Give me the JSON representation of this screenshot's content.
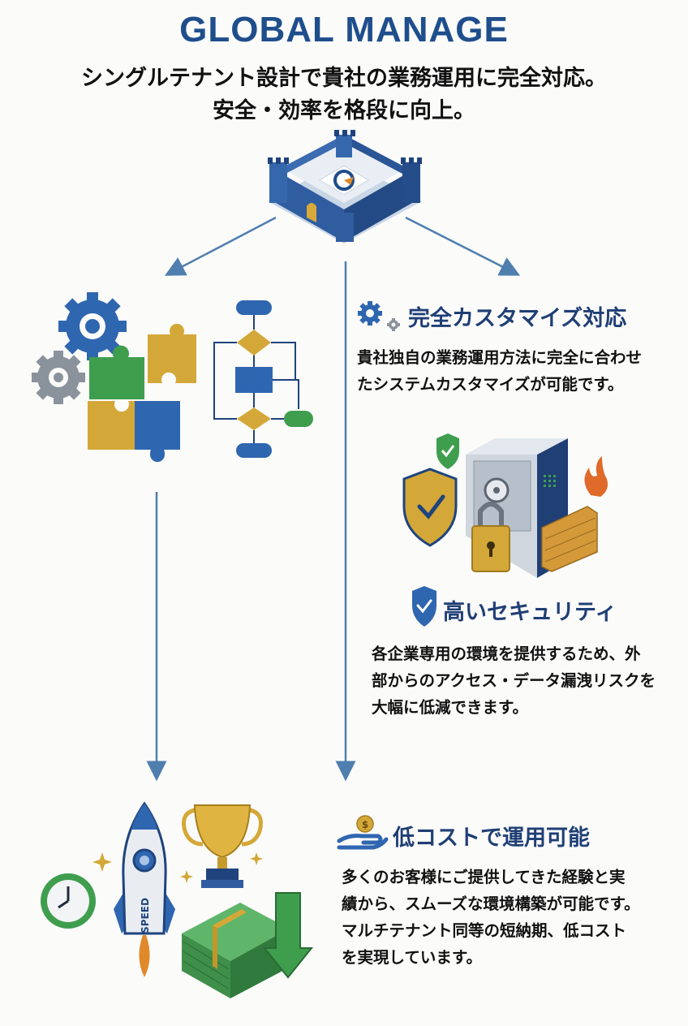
{
  "header": {
    "title": "GLOBAL MANAGE",
    "subtitle_lines": [
      "シングルテナント設計で貴社の業務運用に完全対応。",
      "安全・効率を格段に向上。"
    ]
  },
  "sections": {
    "customize": {
      "icon": "gears-icon",
      "title": "完全カスタマイズ対応",
      "lines": [
        "貴社独自の業務運用方法に完全に合わせ",
        "たシステムカスタマイズが可能です。"
      ]
    },
    "security": {
      "icon": "shield-check-icon",
      "title": "高いセキュリティ",
      "lines": [
        "各企業専用の環境を提供するため、外",
        "部からのアクセス・データ漏洩リスクを",
        "大幅に低減できます。"
      ]
    },
    "cost": {
      "icon": "coin-hand-icon",
      "title": "低コストで運用可能",
      "lines": [
        "多くのお客様にご提供してきた経験と実",
        "績から、スムーズな環境構築が可能です。",
        "マルチテナント同等の短納期、低コスト",
        "を実現しています。"
      ]
    }
  },
  "illustrations": {
    "rocket_label": "SPEED"
  },
  "colors": {
    "brand_blue": "#1f4e8c",
    "arrow_blue": "#4f7fae",
    "gold": "#d4a838",
    "green": "#3f9e4e",
    "gear_gray": "#8a939c"
  }
}
